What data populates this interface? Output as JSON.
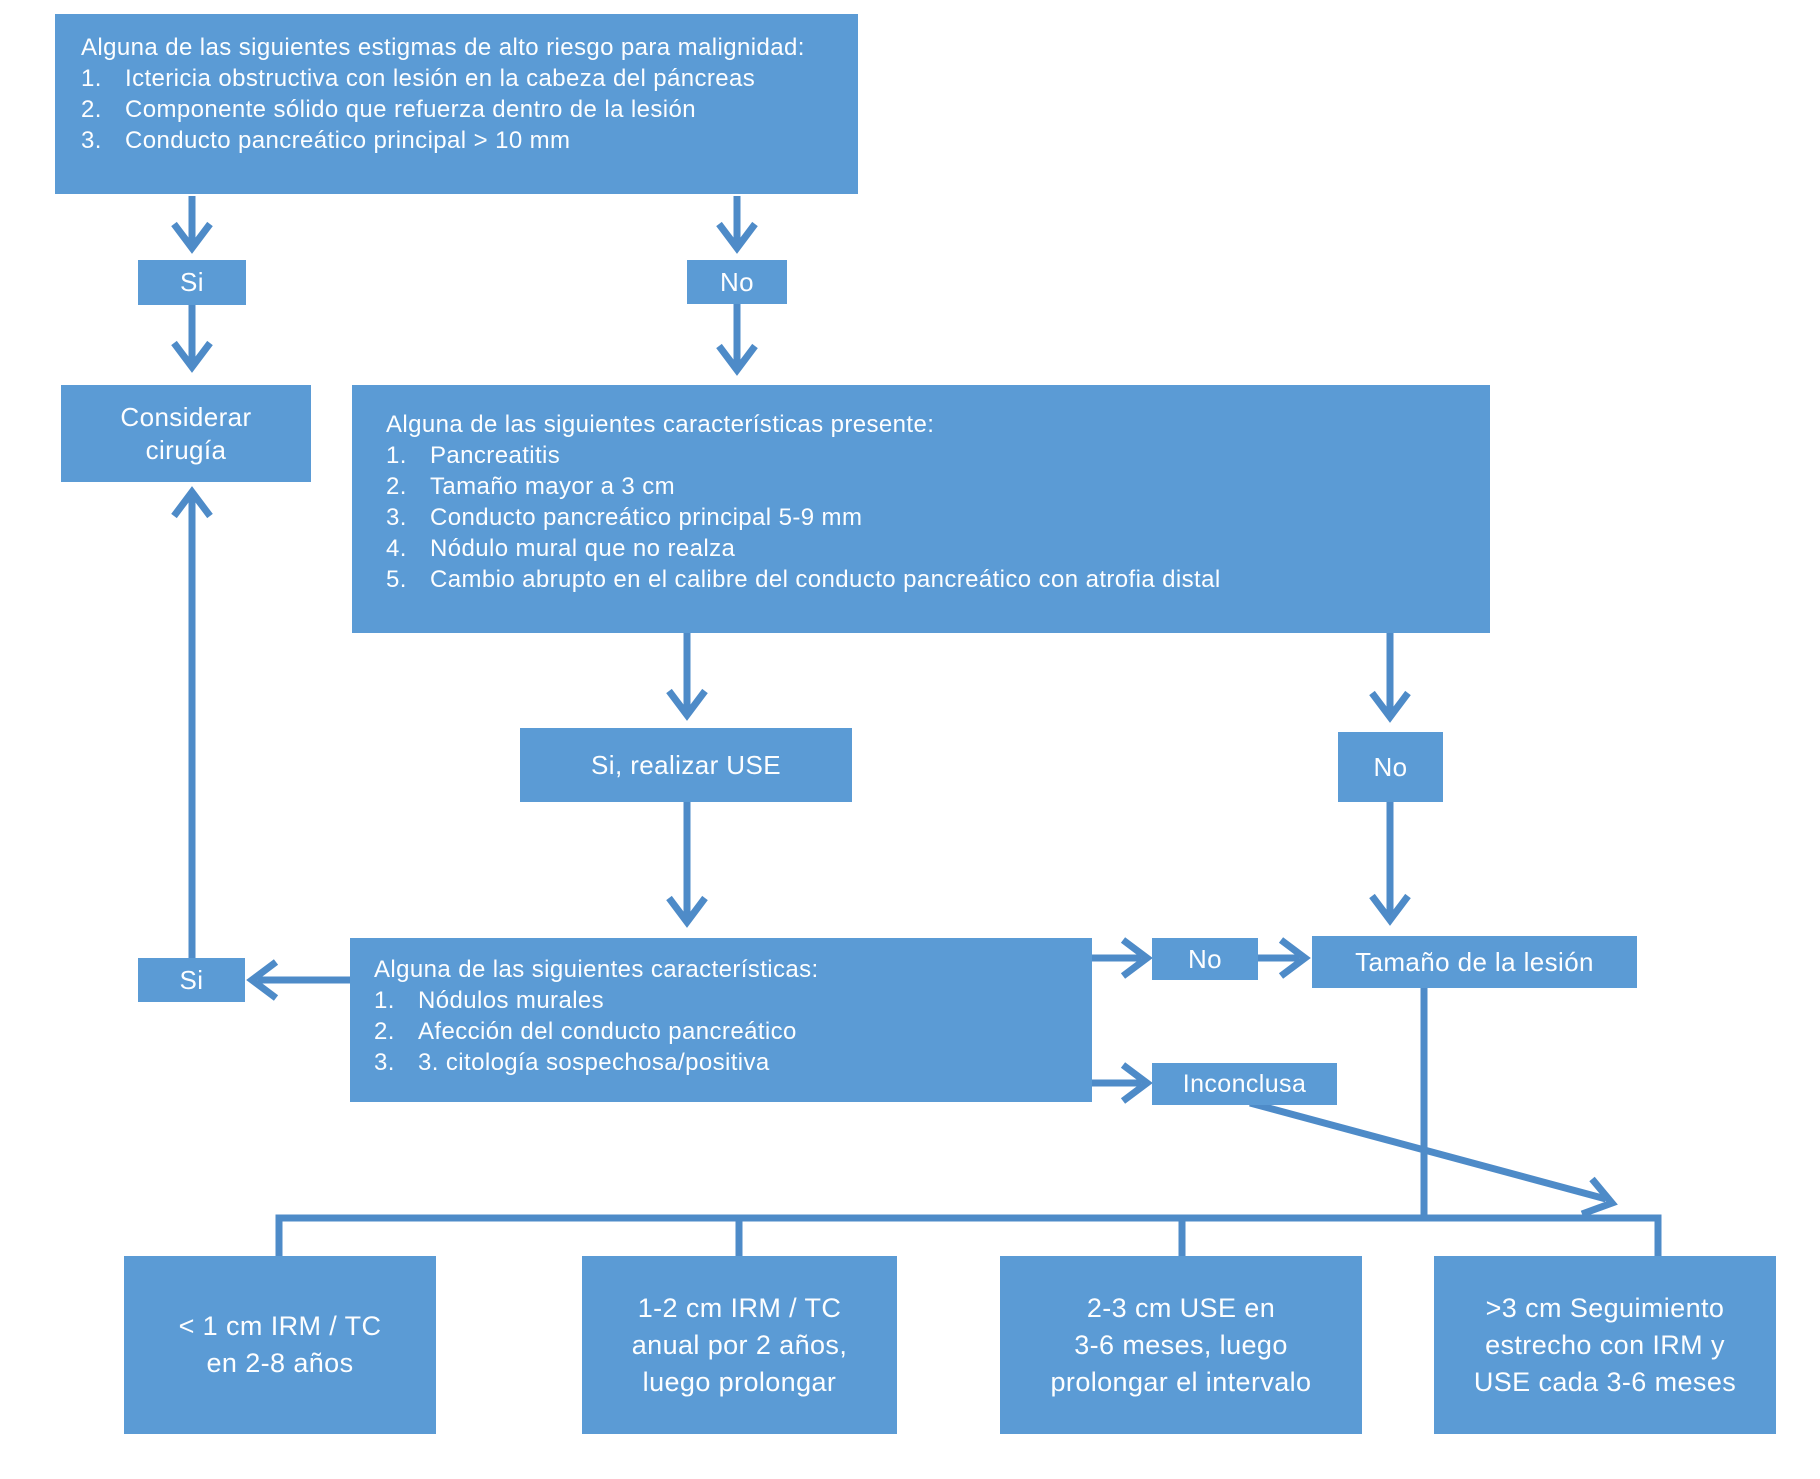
{
  "palette": {
    "box_fill": "#5b9bd5",
    "connector": "#4e8bc8",
    "text": "#fdfeff",
    "background": "#ffffff"
  },
  "nodes": {
    "top_box": {
      "title": "Alguna de las siguientes estigmas de alto riesgo para malignidad:",
      "items": [
        {
          "n": "1.",
          "text": "Ictericia obstructiva con lesión en la cabeza del páncreas"
        },
        {
          "n": "2.",
          "text": "Componente sólido que refuerza dentro de la lesión"
        },
        {
          "n": "3.",
          "text": "Conducto pancreático principal > 10 mm"
        }
      ]
    },
    "si1": {
      "label": "Si"
    },
    "no1": {
      "label": "No"
    },
    "considerar": {
      "label": "Considerar\ncirugía"
    },
    "box2": {
      "title": "Alguna de las siguientes características presente:",
      "items": [
        {
          "n": "1.",
          "text": "Pancreatitis"
        },
        {
          "n": "2.",
          "text": "Tamaño mayor a 3 cm"
        },
        {
          "n": "3.",
          "text": "Conducto pancreático principal 5-9 mm"
        },
        {
          "n": "4.",
          "text": "Nódulo mural que no realza"
        },
        {
          "n": "5.",
          "text": "Cambio abrupto en el calibre del conducto pancreático con atrofia distal"
        }
      ]
    },
    "use_box": {
      "label": "Si, realizar USE"
    },
    "no2": {
      "label": "No"
    },
    "box3": {
      "title": "Alguna de las siguientes características:",
      "items": [
        {
          "n": "1.",
          "text": "Nódulos murales"
        },
        {
          "n": "2.",
          "text": "Afección del conducto pancreático"
        },
        {
          "n": "3.",
          "text": "3. citología sospechosa/positiva"
        }
      ]
    },
    "si2": {
      "label": "Si"
    },
    "no3": {
      "label": "No"
    },
    "tamano": {
      "label": "Tamaño de la lesión"
    },
    "inconclusa": {
      "label": "Inconclusa"
    },
    "b1": {
      "label": "< 1 cm IRM / TC\nen 2-8 años"
    },
    "b2": {
      "label": "1-2 cm IRM / TC\nanual por 2 años,\nluego prolongar"
    },
    "b3": {
      "label": "2-3 cm USE en\n3-6 meses, luego\nprolongar el intervalo"
    },
    "b4": {
      "label": ">3 cm Seguimiento\nestrecho con IRM y\nUSE cada 3-6 meses"
    }
  }
}
